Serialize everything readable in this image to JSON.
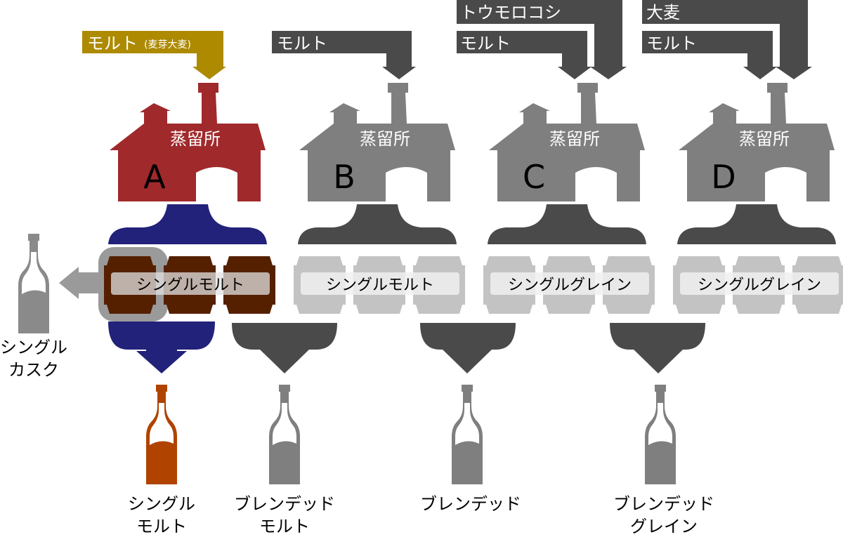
{
  "colors": {
    "gold": "#ad8a00",
    "red": "#a0292c",
    "navy": "#22227a",
    "dark": "#4a4a4a",
    "gray": "#7f7f7f",
    "light_cask": "#c3c3c3",
    "brown_cask": "#552000",
    "amber": "#b04300"
  },
  "inputs": {
    "a_malt_main": "モルト",
    "a_malt_note": "(麦芽大麦)",
    "b_malt": "モルト",
    "c_corn": "トウモロコシ",
    "c_malt": "モルト",
    "d_barley": "大麦",
    "d_malt": "モルト"
  },
  "distilleries": [
    {
      "letter": "A",
      "label": "蒸留所",
      "cask_label": "シングルモルト"
    },
    {
      "letter": "B",
      "label": "蒸留所",
      "cask_label": "シングルモルト"
    },
    {
      "letter": "C",
      "label": "蒸留所",
      "cask_label": "シングルグレイン"
    },
    {
      "letter": "D",
      "label": "蒸留所",
      "cask_label": "シングルグレイン"
    }
  ],
  "outputs": {
    "single_cask": [
      "シングル",
      "カスク"
    ],
    "single_malt": [
      "シングル",
      "モルト"
    ],
    "blended_malt": [
      "ブレンデッド",
      "モルト"
    ],
    "blended": [
      "ブレンデッド"
    ],
    "blended_grain": [
      "ブレンデッド",
      "グレイン"
    ]
  }
}
